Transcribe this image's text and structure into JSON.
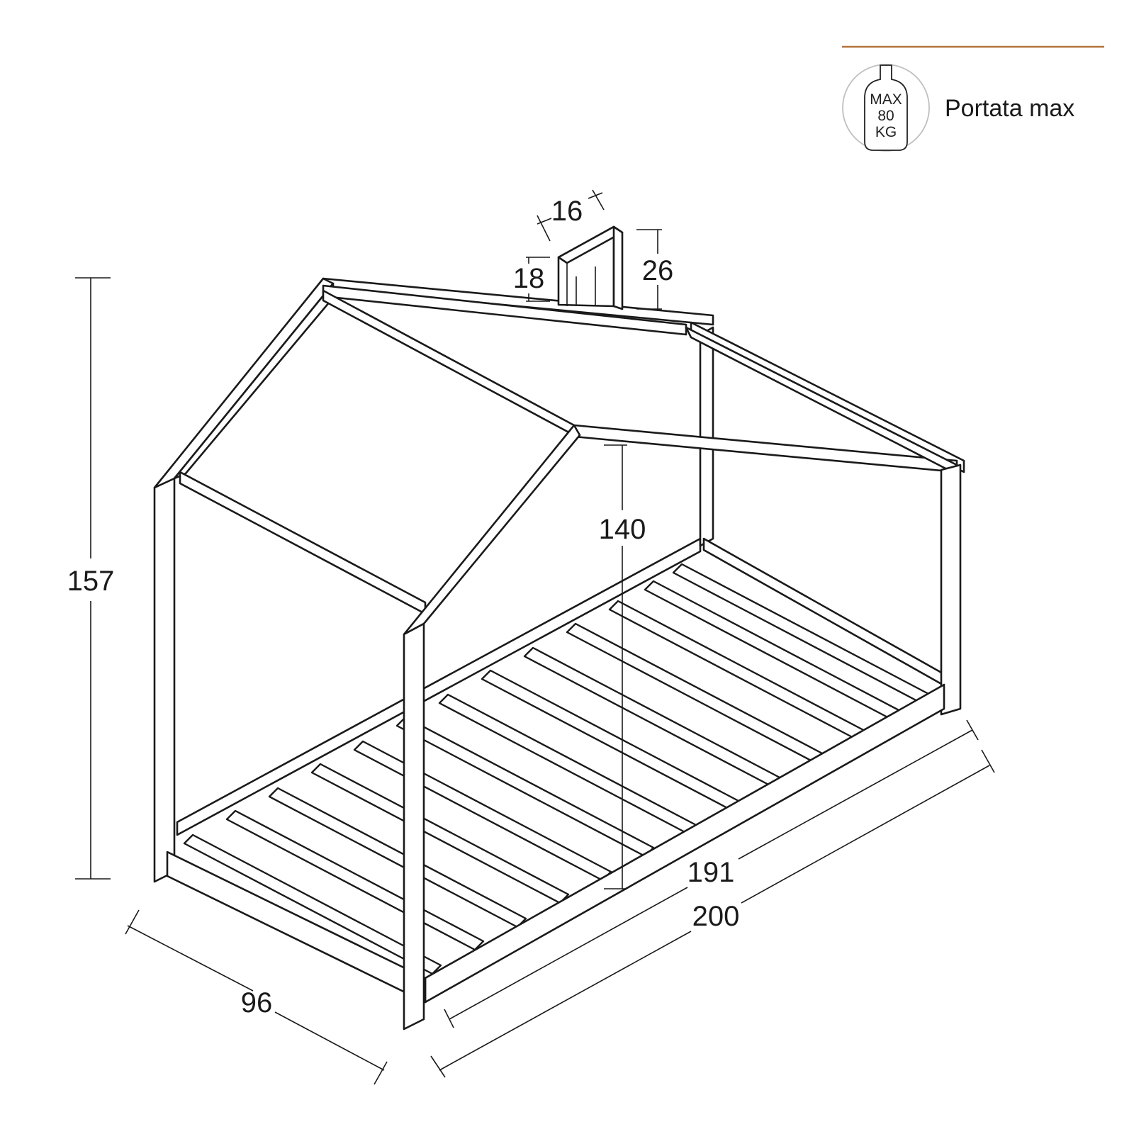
{
  "legend": {
    "icon": "weight-icon",
    "badge_line1": "MAX",
    "badge_line2": "80",
    "badge_line3": "KG",
    "label": "Portata max",
    "accent_color": "#b5733b"
  },
  "dimensions": {
    "overall_height": "157",
    "inner_height": "140",
    "width": "96",
    "inner_length": "191",
    "outer_length": "200",
    "beam_width": "16",
    "beam_depth": "18",
    "headboard_height": "26"
  }
}
